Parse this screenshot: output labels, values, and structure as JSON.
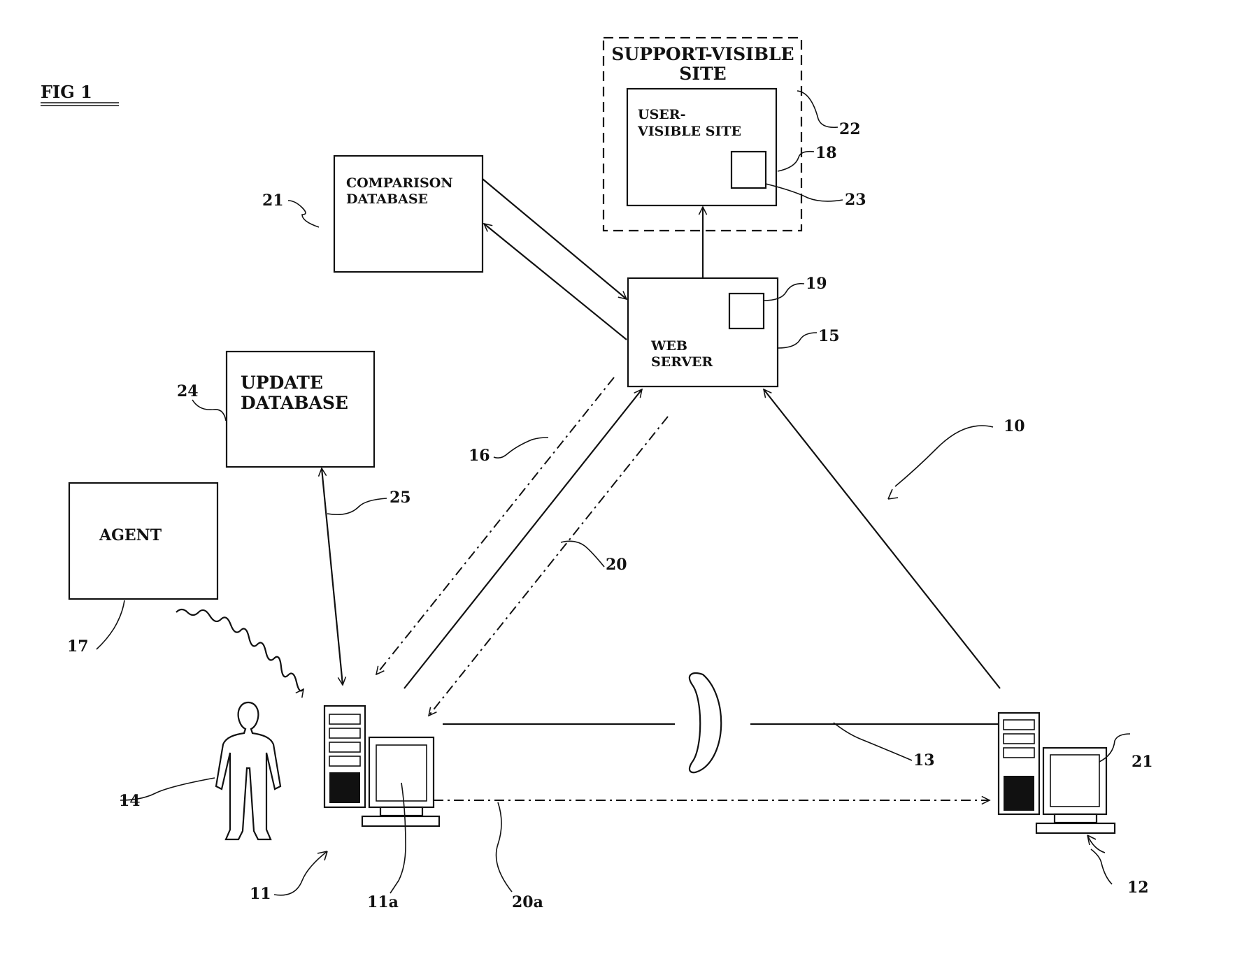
{
  "figure": {
    "title": "FIG 1"
  },
  "boxes": {
    "support_site": {
      "line1": "SUPPORT-VISIBLE",
      "line2": "SITE"
    },
    "user_site": {
      "line1": "USER-",
      "line2": "VISIBLE SITE"
    },
    "comparison_db": {
      "line1": "COMPARISON",
      "line2": "DATABASE"
    },
    "web_server": {
      "line1": "WEB",
      "line2": "SERVER"
    },
    "update_db": {
      "line1": "UPDATE",
      "line2": "DATABASE"
    },
    "agent": {
      "line1": "AGENT"
    }
  },
  "references": {
    "r10": "10",
    "r11": "11",
    "r11a": "11a",
    "r12": "12",
    "r13": "13",
    "r14": "14",
    "r15": "15",
    "r16": "16",
    "r17": "17",
    "r18": "18",
    "r19": "19",
    "r20": "20",
    "r20a": "20a",
    "r21a": "21",
    "r21b": "21",
    "r22": "22",
    "r23": "23",
    "r24": "24",
    "r25": "25"
  }
}
